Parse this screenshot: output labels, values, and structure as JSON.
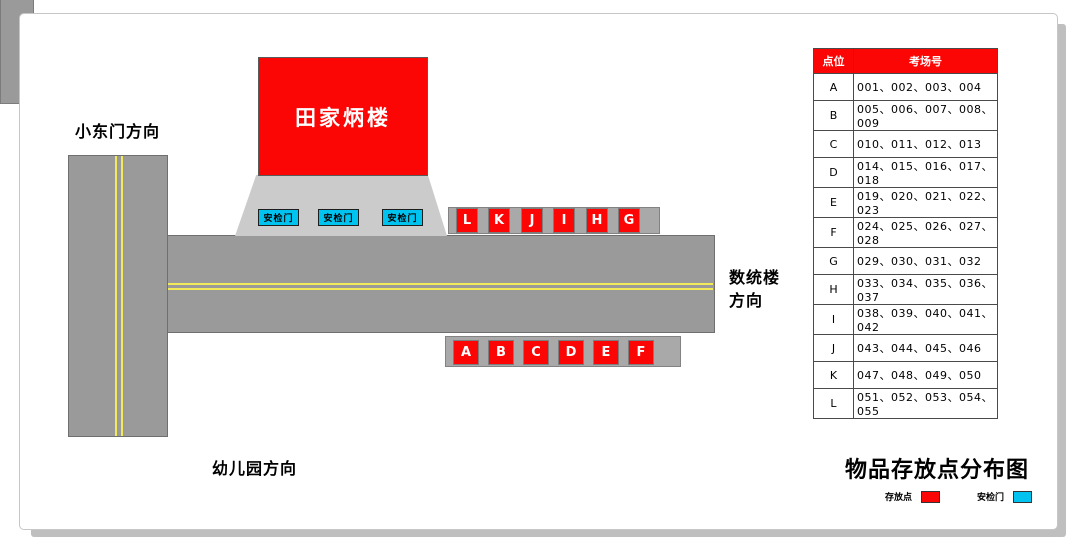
{
  "map": {
    "building_label": "田家炳楼",
    "gates": [
      "安检门",
      "安检门",
      "安检门"
    ],
    "top_points": [
      "L",
      "K",
      "J",
      "I",
      "H",
      "G"
    ],
    "bottom_points": [
      "A",
      "B",
      "C",
      "D",
      "E",
      "F"
    ],
    "directions": {
      "east_gate": "小东门方向",
      "kindergarten": "幼儿园方向",
      "math_building_line1": "数统楼",
      "math_building_line2": "方向"
    }
  },
  "table": {
    "header": {
      "point": "点位",
      "rooms": "考场号"
    },
    "rows": [
      {
        "point": "A",
        "rooms": "001、002、003、004"
      },
      {
        "point": "B",
        "rooms": "005、006、007、008、009"
      },
      {
        "point": "C",
        "rooms": "010、011、012、013"
      },
      {
        "point": "D",
        "rooms": "014、015、016、017、018"
      },
      {
        "point": "E",
        "rooms": "019、020、021、022、023"
      },
      {
        "point": "F",
        "rooms": "024、025、026、027、028"
      },
      {
        "point": "G",
        "rooms": "029、030、031、032"
      },
      {
        "point": "H",
        "rooms": "033、034、035、036、037"
      },
      {
        "point": "I",
        "rooms": "038、039、040、041、042"
      },
      {
        "point": "J",
        "rooms": "043、044、045、046"
      },
      {
        "point": "K",
        "rooms": "047、048、049、050"
      },
      {
        "point": "L",
        "rooms": "051、052、053、054、055"
      }
    ]
  },
  "title": "物品存放点分布图",
  "legend": {
    "storage_label": "存放点",
    "gate_label": "安检门"
  },
  "colors": {
    "storage_point": "#fb0505",
    "security_gate": "#00c4ef",
    "road": "#9a9a9a",
    "plaza": "#cbcbcb",
    "lane_line": "#f3ea5a"
  }
}
